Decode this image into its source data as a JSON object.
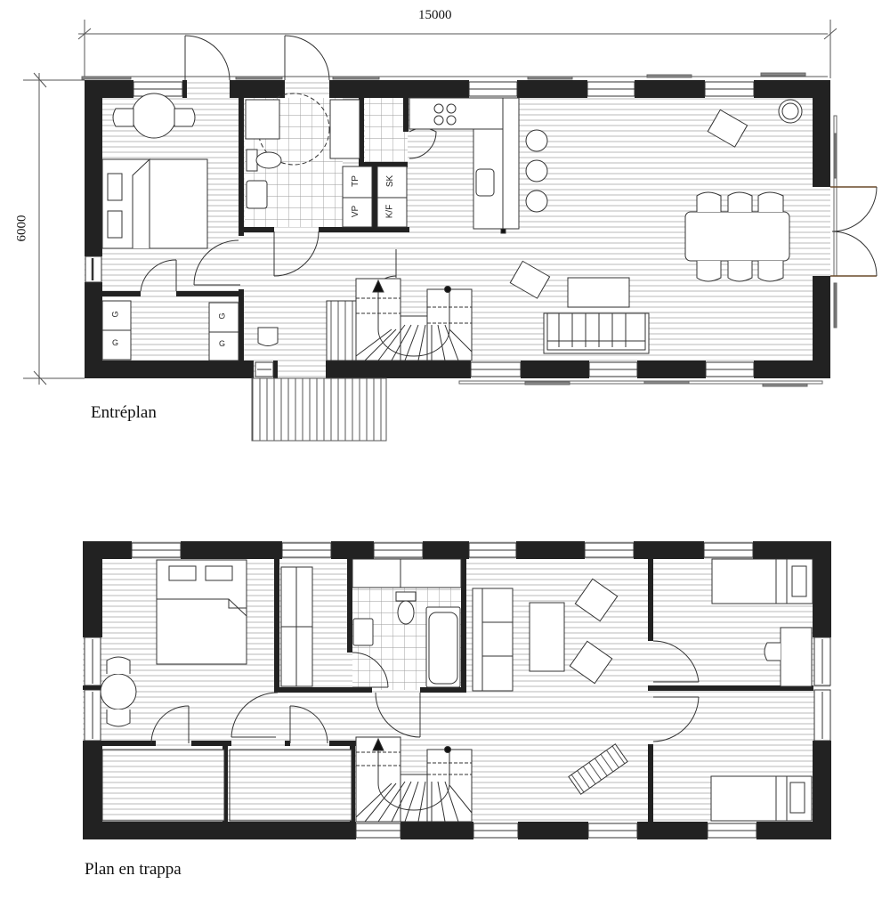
{
  "dimensions": {
    "width_mm": "15000",
    "height_mm": "6000"
  },
  "floors": [
    {
      "id": "ground",
      "title": "Entréplan",
      "rooms": [
        "bedroom",
        "bathroom",
        "hall",
        "closet",
        "kitchen",
        "living-dining",
        "staircase",
        "entry-steps"
      ],
      "fixture_labels": {
        "tp": "TP",
        "sk": "SK",
        "vp": "VP",
        "kf": "K/F",
        "g1": "G",
        "g2": "G",
        "g3": "G",
        "g4": "G"
      }
    },
    {
      "id": "upper",
      "title": "Plan en trappa",
      "rooms": [
        "master-bedroom",
        "walk-in-closet",
        "bathroom",
        "family-room",
        "bedroom-2",
        "bedroom-3",
        "storage-1",
        "storage-2",
        "staircase",
        "landing"
      ]
    }
  ],
  "colors": {
    "wall": "#222222",
    "line": "#333333",
    "floor_hatch": "#bdbdbd",
    "tile": "#9a9a9a",
    "background": "#ffffff"
  }
}
